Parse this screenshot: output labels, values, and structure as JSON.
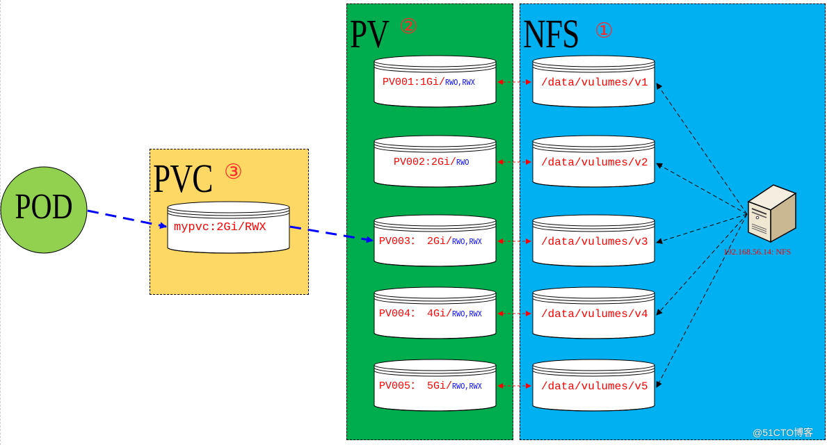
{
  "colors": {
    "pv_zone": "#00ad4e",
    "nfs_zone": "#00b0f0",
    "pvc_zone": "#fed865",
    "pod": "#92d050",
    "accent_red": "#ff0000",
    "accent_blue": "#0000ff"
  },
  "pod": {
    "label": "POD"
  },
  "pvc": {
    "title": "PVC",
    "number": "③",
    "claim": {
      "name": "mypvc:2Gi/RWX"
    }
  },
  "pv": {
    "title": "PV",
    "number": "②",
    "volumes": [
      {
        "name": "PV001:1Gi/",
        "modes": "RWO,RWX"
      },
      {
        "name": "PV002:2Gi/",
        "modes": "RWO"
      },
      {
        "name": "PV003： 2Gi/",
        "modes": "RWO,RWX"
      },
      {
        "name": "PV004： 4Gi/",
        "modes": "RWO,RWX"
      },
      {
        "name": "PV005： 5Gi/",
        "modes": "RWO,RWX"
      }
    ]
  },
  "nfs": {
    "title": "NFS",
    "number": "①",
    "exports": [
      {
        "path": "/data/vulumes/v1"
      },
      {
        "path": "/data/vulumes/v2"
      },
      {
        "path": "/data/vulumes/v3"
      },
      {
        "path": "/data/vulumes/v4"
      },
      {
        "path": "/data/vulumes/v5"
      }
    ],
    "server": {
      "icon": "server-icon",
      "label": "192.168.56.14: NFS"
    }
  },
  "watermark": "@51CTO博客"
}
